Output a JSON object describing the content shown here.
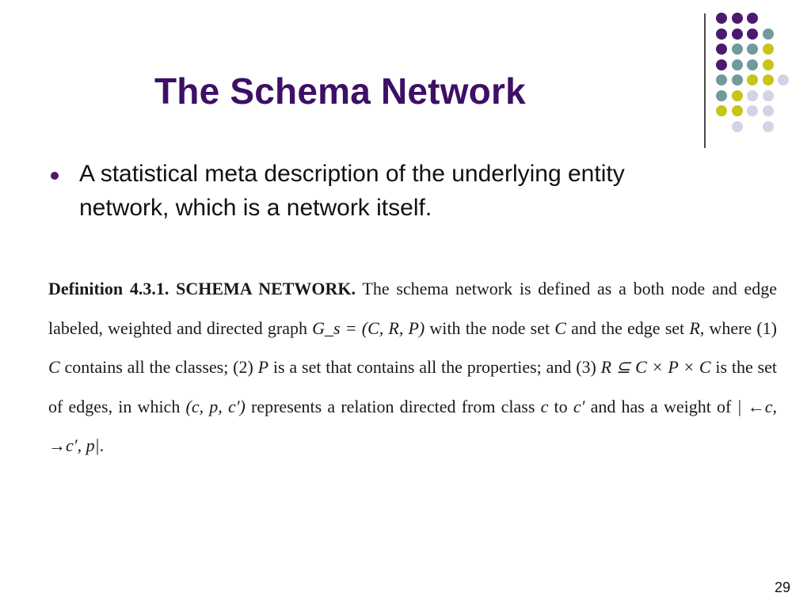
{
  "title": "The Schema Network",
  "bullet": {
    "text": "A statistical meta description of the underlying entity network, which is a network itself."
  },
  "definition": {
    "label": "Definition 4.3.1.",
    "term": "SCHEMA NETWORK.",
    "t1": " The schema network is defined as a both node and edge labeled, weighted and directed graph ",
    "m1": "G_s = (C, R, P)",
    "t2": " with the node set ",
    "m2": "C",
    "t3": " and the edge set ",
    "m3": "R",
    "t4": ", where (1) ",
    "m4": "C",
    "t5": " contains all the classes; (2) ",
    "m5": "P",
    "t6": " is a set that contains all the properties; and (3) ",
    "m6": "R ⊆ C × P × C",
    "t7": " is the set of edges, in which ",
    "m7": "(c, p, c′)",
    "t8": " represents a relation directed from class ",
    "m8": "c",
    "t9": " to ",
    "m9": "c′",
    "t10": " and has a weight of ",
    "m10": "| ←c, →c′, p|",
    "t11": "."
  },
  "page_number": "29",
  "colors": {
    "title": "#3d0f66",
    "purple": "#4b1a6e",
    "teal": "#6f9b9c",
    "yellow": "#c7c41a",
    "lavender": "#d4d2e6"
  },
  "dot_grid": [
    [
      "purple",
      "purple",
      "purple",
      "",
      "",
      ""
    ],
    [
      "purple",
      "purple",
      "purple",
      "teal",
      "",
      ""
    ],
    [
      "purple",
      "teal",
      "teal",
      "yellow",
      "",
      ""
    ],
    [
      "purple",
      "teal",
      "teal",
      "yellow",
      "",
      ""
    ],
    [
      "teal",
      "teal",
      "yellow",
      "yellow",
      "lavender",
      ""
    ],
    [
      "teal",
      "yellow",
      "lavender",
      "lavender",
      "",
      ""
    ],
    [
      "yellow",
      "yellow",
      "lavender",
      "lavender",
      "",
      ""
    ],
    [
      "",
      "lavender",
      "",
      "lavender",
      "",
      ""
    ]
  ]
}
